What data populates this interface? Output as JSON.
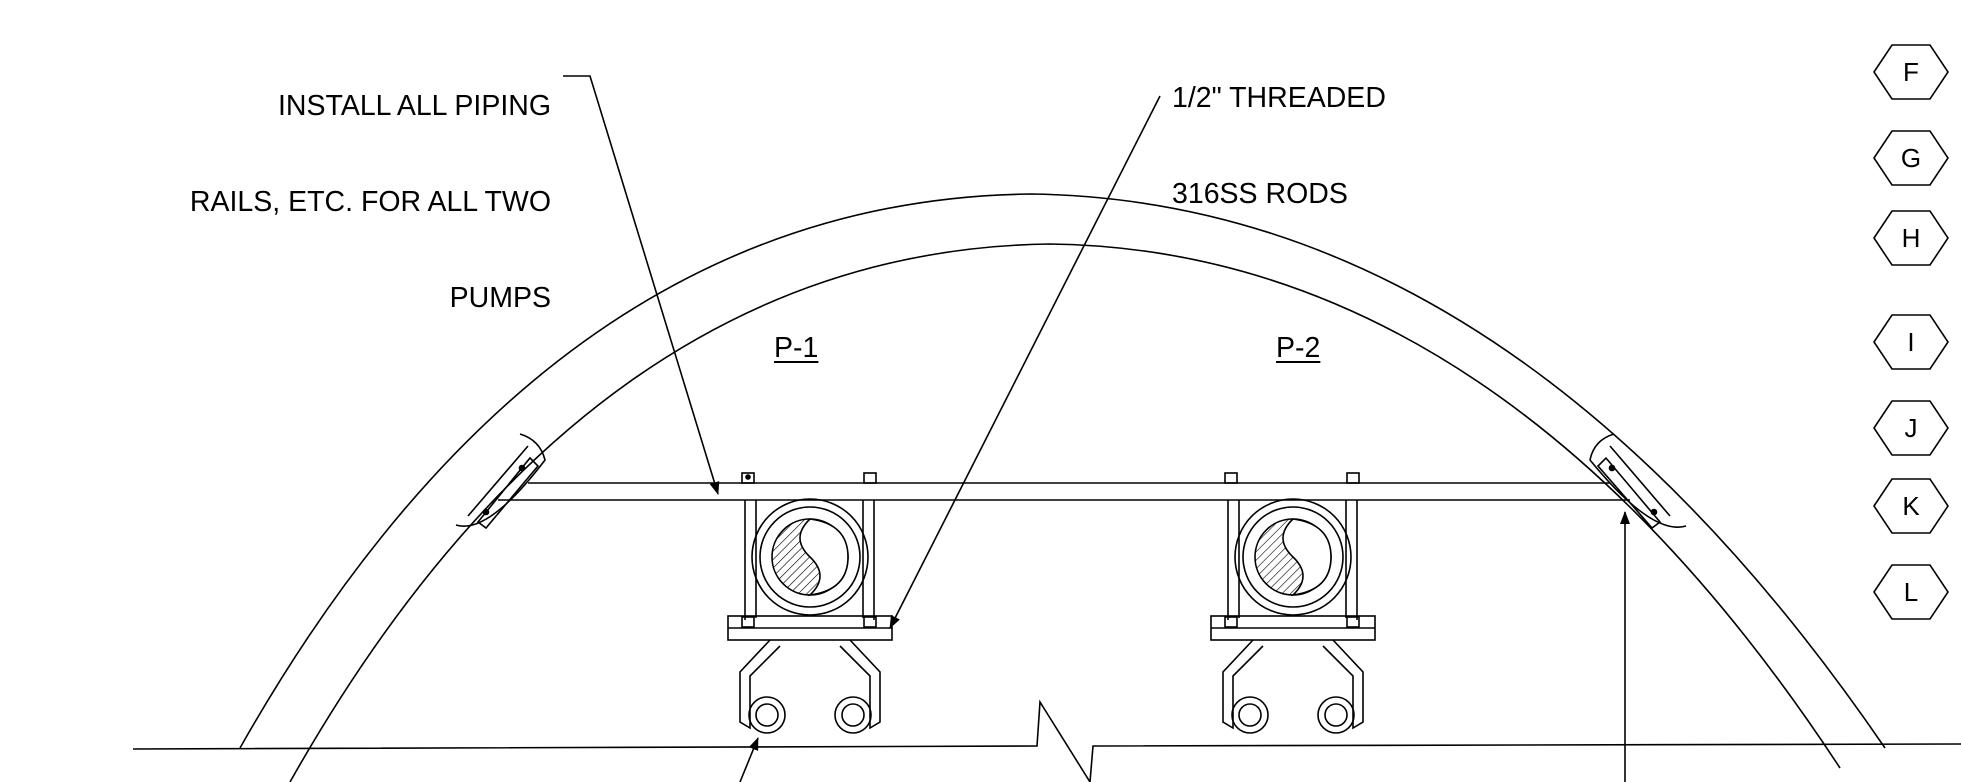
{
  "notes": {
    "install_rails": [
      "INSTALL ALL PIPING",
      "RAILS, ETC. FOR ALL TWO",
      "PUMPS"
    ],
    "threaded_rods": [
      "1/2\" THREADED",
      "316SS RODS"
    ]
  },
  "pumps": [
    {
      "label": "P-1"
    },
    {
      "label": "P-2"
    }
  ],
  "grid_markers": [
    "F",
    "G",
    "H",
    "I",
    "J",
    "K",
    "L"
  ],
  "colors": {
    "line": "#000000",
    "background": "#ffffff"
  }
}
